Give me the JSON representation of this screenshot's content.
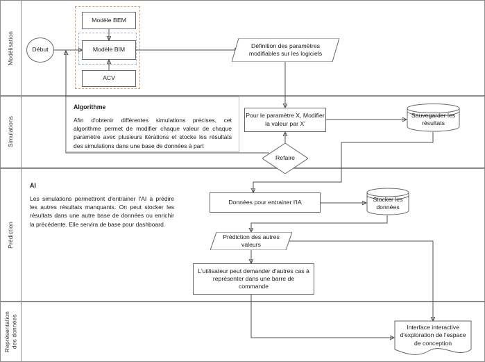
{
  "diagram": {
    "title": "Flux de travail modelisation-simulation-prediction",
    "lanes": [
      {
        "id": "modelisation",
        "label": "Modélisation"
      },
      {
        "id": "simulations",
        "label": "Simulations"
      },
      {
        "id": "prediction",
        "label": "Prédiction"
      },
      {
        "id": "representation",
        "label": "Représentation\ndes données"
      }
    ],
    "nodes": {
      "debut": {
        "label": "Début",
        "shape": "ellipse"
      },
      "modele_bem": {
        "label": "Modèle BEM",
        "shape": "rect"
      },
      "modele_bim": {
        "label": "Modèle BIM",
        "shape": "rect"
      },
      "acv": {
        "label": "ACV",
        "shape": "rect"
      },
      "definition_parametres": {
        "label": "Définition des paramètres modifiables sur les logiciels",
        "shape": "parallelogram"
      },
      "modifier_valeur": {
        "label": "Pour le paramètre X, Modifier la valeur par X'",
        "shape": "rect"
      },
      "sauvegarder": {
        "label": "Sauvegarder les résultats",
        "shape": "cylinder"
      },
      "refaire": {
        "label": "Refaire",
        "shape": "diamond"
      },
      "donnees_ia": {
        "label": "Données pour entrainer l'IA",
        "shape": "rect"
      },
      "stocker": {
        "label": "Stocker les données",
        "shape": "cylinder"
      },
      "prediction_valeurs": {
        "label": "Prédiction des autres valeurs",
        "shape": "parallelogram"
      },
      "utilisateur": {
        "label": "L'utilisateur peut demander d'autres cas à représenter dans une barre de commande",
        "shape": "rect"
      },
      "interface": {
        "label": "Interface interactive d'exploration de l'espace de conception",
        "shape": "document"
      }
    },
    "notes": {
      "algorithme": {
        "title": "Algorithme",
        "body": "Afin d'obtenir différentes simulations précises, cet algorithme permet de modifier chaque valeur de chaque paramètre avec plusieurs itérations et stocke les résultats des simulations dans une base de données à part"
      },
      "ai": {
        "title": "AI",
        "body": "Les simulations permettront d'entrainer l'AI à prédire les autres résultats manquants. On peut stocker les résultats dans une autre base de données ou enrichir la précédente. Elle servira de base pour dashboard."
      }
    },
    "groups": {
      "outer": {
        "name": "groupe-modeles"
      },
      "inner": {
        "name": "groupe-bim"
      }
    },
    "colors": {
      "stroke": "#4d4d4d",
      "node_border": "#666666",
      "lane_border": "#8c8c8c",
      "group_outer_dash": "#d8a07a",
      "group_inner_dash": "#9fb6d1",
      "text": "#1a1a1a",
      "background": "#ffffff"
    }
  }
}
